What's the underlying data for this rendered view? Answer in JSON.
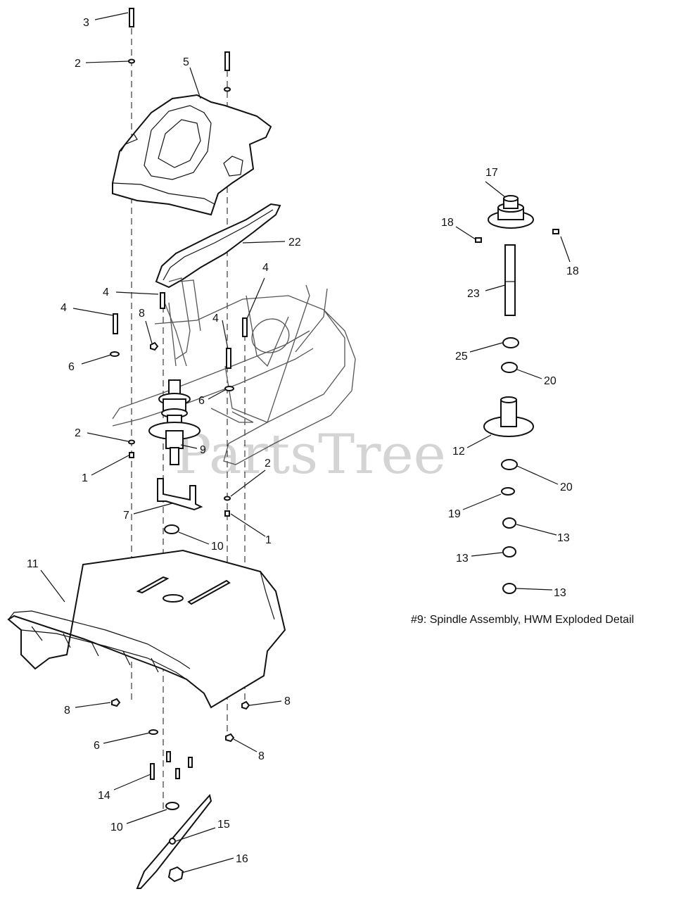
{
  "watermark": "PartsTree",
  "caption": "#9: Spindle Assembly, HWM Exploded Detail",
  "callouts": {
    "c3": "3",
    "c2a": "2",
    "c5": "5",
    "c22": "22",
    "c4a": "4",
    "c4b": "4",
    "c4c": "4",
    "c4d": "4",
    "c8a": "8",
    "c6a": "6",
    "c6b": "6",
    "c2b": "2",
    "c9": "9",
    "c1a": "1",
    "c2c": "2",
    "c7": "7",
    "c1b": "1",
    "c10a": "10",
    "c11": "11",
    "c8b": "8",
    "c8c": "8",
    "c8d": "8",
    "c6c": "6",
    "c14": "14",
    "c10b": "10",
    "c15": "15",
    "c16": "16",
    "c17": "17",
    "c18a": "18",
    "c18b": "18",
    "c23": "23",
    "c25": "25",
    "c20a": "20",
    "c12": "12",
    "c20b": "20",
    "c19": "19",
    "c13a": "13",
    "c13b": "13",
    "c13c": "13"
  }
}
